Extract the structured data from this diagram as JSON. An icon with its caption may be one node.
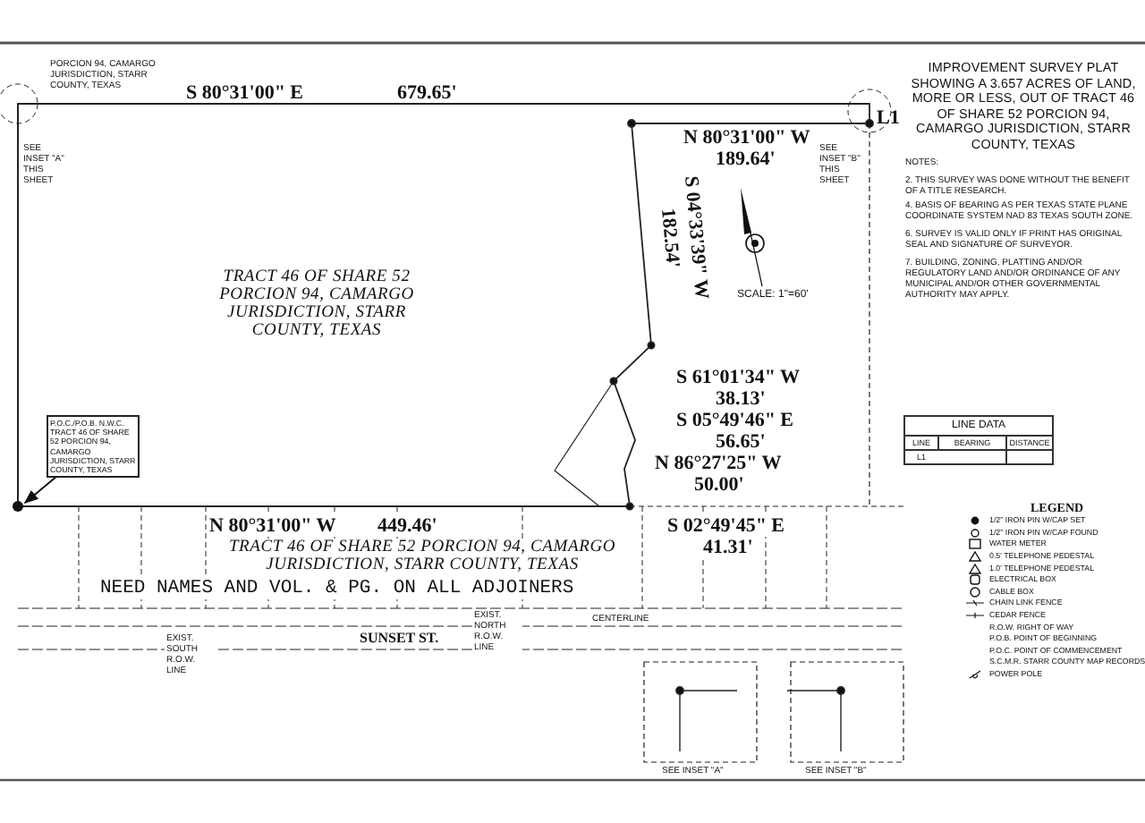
{
  "diagram": {
    "title": "IMPROVEMENT SURVEY PLAT SHOWING A 3.657 ACRES OF LAND, MORE OR LESS, OUT OF TRACT 46 OF SHARE 52 PORCION 94, CAMARGO JURISDICTION, STARR COUNTY, TEXAS",
    "nodes": [
      {
        "text": [
          "P.O.C./P.O.B. N.W.C. TRACT 46 OF SHARE 52 PORCION 94, CAMARGO JURISDICTION, STARR COUNTY, TEXAS"
        ]
      },
      {
        "text": [],
        "shape": "circle"
      }
    ],
    "edges": [
      {
        "from": 0,
        "to": 1,
        "arrow": "to"
      }
    ],
    "labels": [
      "PORCION 94, CAMARGO JURISDICTION, STARR COUNTY, TEXAS",
      "S 80°31'00\" E",
      "679.65'",
      "SEE INSET \"A\" THIS SHEET",
      "N 80°31'00\" W",
      "189.64'",
      "SEE INSET \"B\" THIS SHEET",
      "L1",
      "S 04°33'39\" W",
      "182.54'",
      "SCALE: 1\"=60'",
      "TRACT 46 OF SHARE 52 PORCION 94, CAMARGO JURISDICTION, STARR COUNTY, TEXAS",
      "S 61°01'34\" W",
      "38.13'",
      "S 05°49'46\" E",
      "56.65'",
      "N 86°27'25\" W",
      "50.00'",
      "N 80°31'00\" W",
      "449.46'",
      "S 02°49'45\" E",
      "41.31'",
      "TRACT 46 OF SHARE 52 PORCION 94, CAMARGO JURISDICTION, STARR COUNTY, TEXAS",
      "NEED NAMES AND VOL. & PG. ON ALL ADJOINERS",
      "EXIST. NORTH R.O.W. LINE",
      "CENTERLINE",
      "SUNSET ST.",
      "EXIST. SOUTH R.O.W. LINE",
      "SEE INSET \"A\"",
      "SEE INSET \"B\"",
      "NOTES:",
      "2. THIS SURVEY WAS DONE WITHOUT THE BENEFIT OF A TITLE RESEARCH.",
      "4. BASIS OF BEARING AS PER TEXAS STATE PLANE COORDINATE SYSTEM NAD 83 TEXAS SOUTH ZONE.",
      "6. SURVEY IS VALID ONLY IF PRINT HAS ORIGINAL SEAL AND SIGNATURE OF SURVEYOR.",
      "7. BUILDING, ZONING, PLATTING AND/OR REGULATORY LAND AND/OR ORDINANCE OF ANY MUNICIPAL AND/OR OTHER GOVERNMENTAL AUTHORITY MAY APPLY.",
      "LINE DATA",
      "LINE",
      "BEARING",
      "DISTANCE",
      "L1",
      "LEGEND"
    ],
    "legend": [
      {
        "text": "1/2\" IRON PIN W/CAP SET"
      },
      {
        "text": "1/2\" IRON PIN W/CAP FOUND"
      },
      {
        "text": "WATER METER"
      },
      {
        "text": "0.5' TELEPHONE PEDESTAL"
      },
      {
        "text": "1.0' TELEPHONE PEDESTAL"
      },
      {
        "text": "ELECTRICAL BOX"
      },
      {
        "text": "CABLE BOX"
      },
      {
        "text": "CHAIN LINK FENCE"
      },
      {
        "text": "CEDAR FENCE"
      },
      {
        "text": "R.O.W. RIGHT OF WAY"
      },
      {
        "text": "P.O.B. POINT OF BEGINNING"
      },
      {
        "text": "P.O.C. POINT OF COMMENCEMENT"
      },
      {
        "text": "S.C.M.R. STARR COUNTY MAP RECORDS"
      },
      {
        "text": "POWER POLE"
      }
    ]
  }
}
